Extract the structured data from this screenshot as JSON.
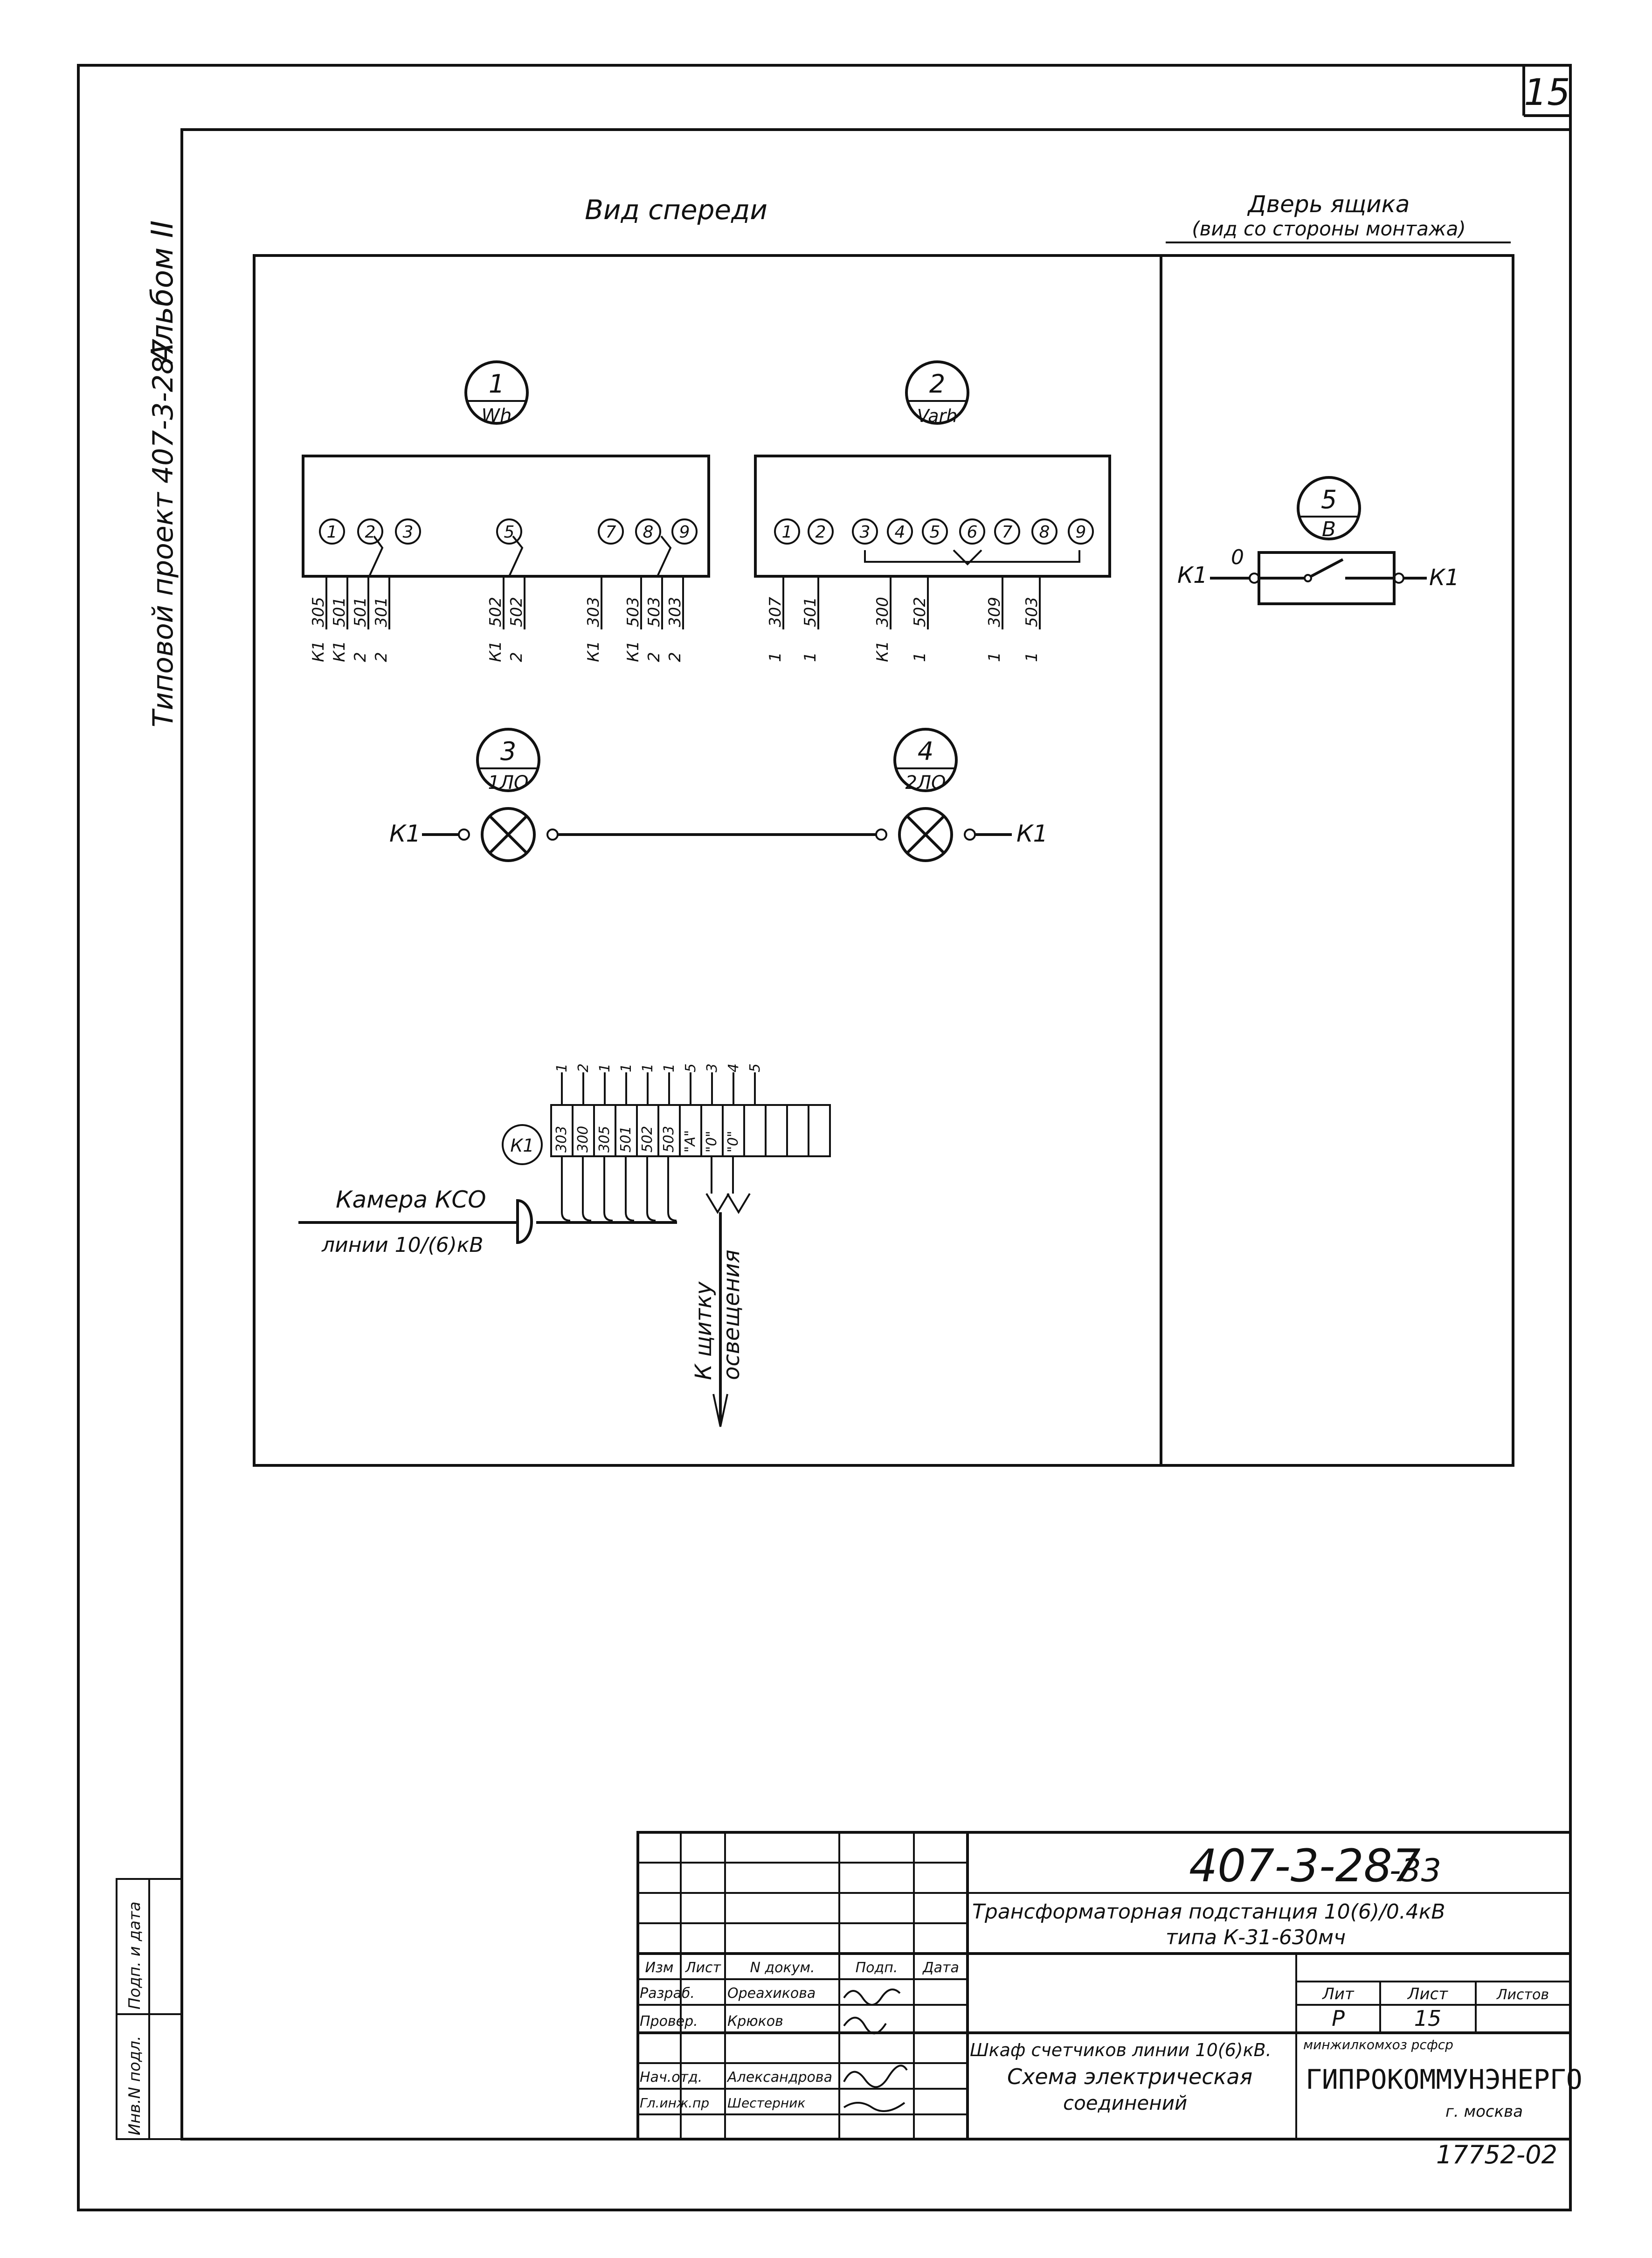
{
  "sheet_corner": "15",
  "side": {
    "album": "Альбом II",
    "project": "Типовой проект 407-3-287",
    "stamp_labels": [
      "Инв.N подл.",
      "Подп. и дата"
    ]
  },
  "headers": {
    "front": "Вид спереди",
    "door_1": "Дверь ящика",
    "door_2": "(вид со стороны монтажа)"
  },
  "devices": {
    "d1": {
      "num": "1",
      "code": "Wh"
    },
    "d2": {
      "num": "2",
      "code": "Varh"
    },
    "d3": {
      "num": "3",
      "code": "1ЛО"
    },
    "d4": {
      "num": "4",
      "code": "2ЛО"
    },
    "d5": {
      "num": "5",
      "code": "В"
    },
    "dk": {
      "code": "К1"
    }
  },
  "meter1": {
    "terminals": [
      "1",
      "2",
      "3",
      "5",
      "7",
      "8",
      "9"
    ],
    "wires": [
      {
        "top": "305",
        "bot": "К1"
      },
      {
        "top": "501",
        "bot": "К1"
      },
      {
        "top": "501",
        "bot": "2"
      },
      {
        "top": "301",
        "bot": "2"
      },
      {
        "top": "502",
        "bot": "К1"
      },
      {
        "top": "502",
        "bot": "2"
      },
      {
        "top": "303",
        "bot": "К1"
      },
      {
        "top": "503",
        "bot": "К1"
      },
      {
        "top": "503",
        "bot": "2"
      },
      {
        "top": "303",
        "bot": "2"
      }
    ]
  },
  "meter2": {
    "terminals": [
      "1",
      "2",
      "3",
      "4",
      "5",
      "6",
      "7",
      "8",
      "9"
    ],
    "wires": [
      {
        "top": "307",
        "bot": "1"
      },
      {
        "top": "501",
        "bot": "1"
      },
      {
        "top": "300",
        "bot": "К1"
      },
      {
        "top": "502",
        "bot": "1"
      },
      {
        "top": "309",
        "bot": "1"
      },
      {
        "top": "503",
        "bot": "1"
      }
    ]
  },
  "lamps": {
    "left": "К1",
    "right": "К1"
  },
  "switch": {
    "left": "К1",
    "right": "К1",
    "mark": "0"
  },
  "terminal_block": {
    "cells": [
      "303",
      "300",
      "305",
      "501",
      "502",
      "503",
      "\"A\"",
      "\"0\"",
      "\"0\"",
      "",
      "",
      "",
      ""
    ],
    "top_marks": [
      "1",
      "2",
      "1",
      "1",
      "1",
      "1",
      "5",
      "3",
      "4",
      "5"
    ]
  },
  "cable": {
    "line1": "Камера КСО",
    "line2": "линии 10/(6)кВ"
  },
  "lighting": {
    "line1": "К щитку",
    "line2": "освещения"
  },
  "title_block": {
    "doc_number": "407-3-287",
    "doc_suffix": "-33",
    "title_line1": "Трансформаторная подстанция 10(6)/0.4кВ",
    "title_line2": "типа К-31-630мч",
    "col_headers": [
      "Изм",
      "Лист",
      "N докум.",
      "Подп.",
      "Дата"
    ],
    "people": [
      {
        "role": "Разраб.",
        "name": "Ореахикова"
      },
      {
        "role": "Провер.",
        "name": "Крюков"
      },
      {
        "role": "Нач.отд.",
        "name": "Александрова"
      },
      {
        "role": "Гл.инж.пр",
        "name": "Шестерник"
      }
    ],
    "lit_label": "Лит",
    "sheet_label": "Лист",
    "sheets_label": "Листов",
    "lit_value": "Р",
    "sheet_value": "15",
    "sheet_name_1": "Шкаф счетчиков линии 10(6)кВ.",
    "sheet_name_2": "Схема электрическая",
    "sheet_name_3": "соединений",
    "org_top": "минжилкомхоз рсфср",
    "org_name": "ГИПРОКОММУНЭНЕРГО",
    "org_city": "г. москва",
    "footer_code": "17752-02"
  }
}
